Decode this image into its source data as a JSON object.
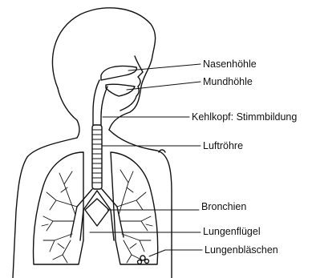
{
  "labels": {
    "nasal_cavity": "Nasenhöhle",
    "oral_cavity": "Mundhöhle",
    "larynx": "Kehlkopf: Stimmbildung",
    "trachea": "Luftröhre",
    "bronchi": "Bronchien",
    "lung_lobes": "Lungenflügel",
    "alveoli": "Lungenbläschen"
  },
  "colors": {
    "ink": "#111111",
    "background": "#ffffff"
  }
}
